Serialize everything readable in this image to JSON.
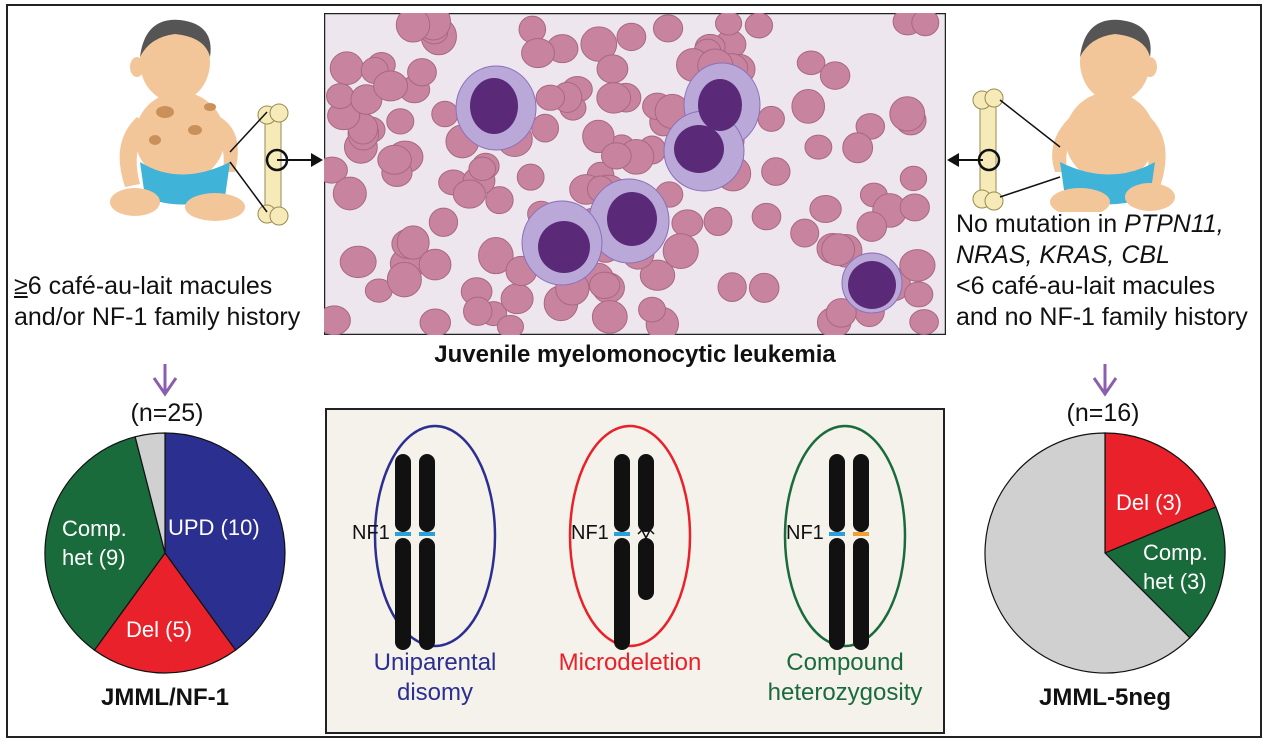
{
  "left_patient": {
    "criteria_html": "&ge;6 café-au-lait macules",
    "criteria_line1": "6 café-au-lait macules",
    "criteria_prefix": "≥",
    "criteria_line2": "and/or NF-1 family history"
  },
  "right_patient": {
    "line1_plain": "No mutation in ",
    "line1_genes": "PTPN11,",
    "line2_genes": "NRAS, KRAS, CBL",
    "line3": "<6 café-au-lait macules",
    "line4": "and no NF-1 family history"
  },
  "micrograph": {
    "caption": "Juvenile myelomonocytic leukemia"
  },
  "chart_data": [
    {
      "type": "pie",
      "title": "JMML/NF-1",
      "n_label": "(n=25)",
      "slices": [
        {
          "label": "UPD (10)",
          "value": 10,
          "color": "#2b2f8f"
        },
        {
          "label": "Del (5)",
          "value": 5,
          "color": "#e8212a"
        },
        {
          "label": "Comp. het (9)",
          "value": 9,
          "color": "#1a6b3c"
        },
        {
          "label": "",
          "value": 1,
          "color": "#d0d0d0"
        }
      ]
    },
    {
      "type": "pie",
      "title": "JMML-5neg",
      "n_label": "(n=16)",
      "slices": [
        {
          "label": "Del (3)",
          "value": 3,
          "color": "#e8212a"
        },
        {
          "label": "Comp. het (3)",
          "value": 3,
          "color": "#1a6b3c"
        },
        {
          "label": "",
          "value": 10,
          "color": "#d0d0d0"
        }
      ]
    }
  ],
  "pie_labels": {
    "left_upd": "UPD (10)",
    "left_del": "Del (5)",
    "left_comp1": "Comp.",
    "left_comp2": "het (9)",
    "right_del": "Del (3)",
    "right_comp1": "Comp.",
    "right_comp2": "het (3)"
  },
  "legend": {
    "gene_label": "NF1",
    "items": [
      {
        "caption_line1": "Uniparental",
        "caption_line2": "disomy",
        "color": "#2b2f8f"
      },
      {
        "caption_line1": "Microdeletion",
        "caption_line2": "",
        "color": "#e8212a"
      },
      {
        "caption_line1": "Compound",
        "caption_line2": "heterozygosity",
        "color": "#1a6b3c"
      }
    ]
  },
  "colors": {
    "arrow": "#8a5fb0",
    "allele_blue": "#2aa0d8",
    "allele_orange": "#f0a030",
    "rbc": "#c07a9a",
    "blast": "#5a2a78"
  }
}
